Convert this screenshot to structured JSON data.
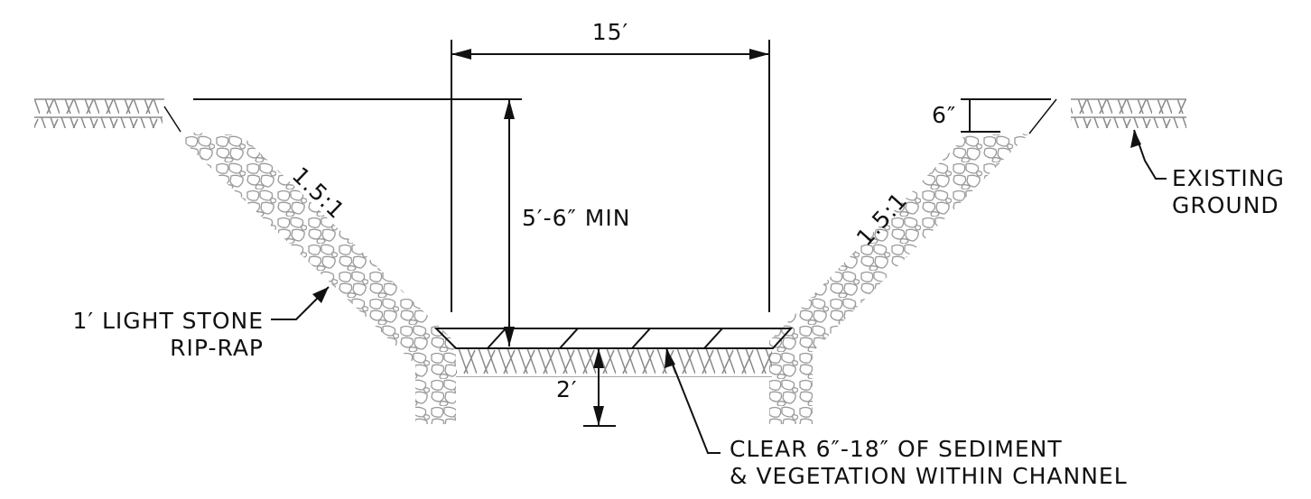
{
  "labels": {
    "top_width": "15′",
    "depth": "5′-6″ MIN",
    "freeboard": "6″",
    "left_slope": "1.5:1",
    "right_slope": "1.5:1",
    "existing_ground_1": "EXISTING",
    "existing_ground_2": "GROUND",
    "riprap_1": "1′ LIGHT STONE",
    "riprap_2": "RIP-RAP",
    "toe_depth": "2′",
    "clear_1": "CLEAR 6″-18″ OF SEDIMENT",
    "clear_2": "& VEGETATION WITHIN CHANNEL"
  },
  "colors": {
    "ink": "#111111",
    "hatch": "#8a8a8a",
    "stone_outline": "#9a9a9a"
  }
}
